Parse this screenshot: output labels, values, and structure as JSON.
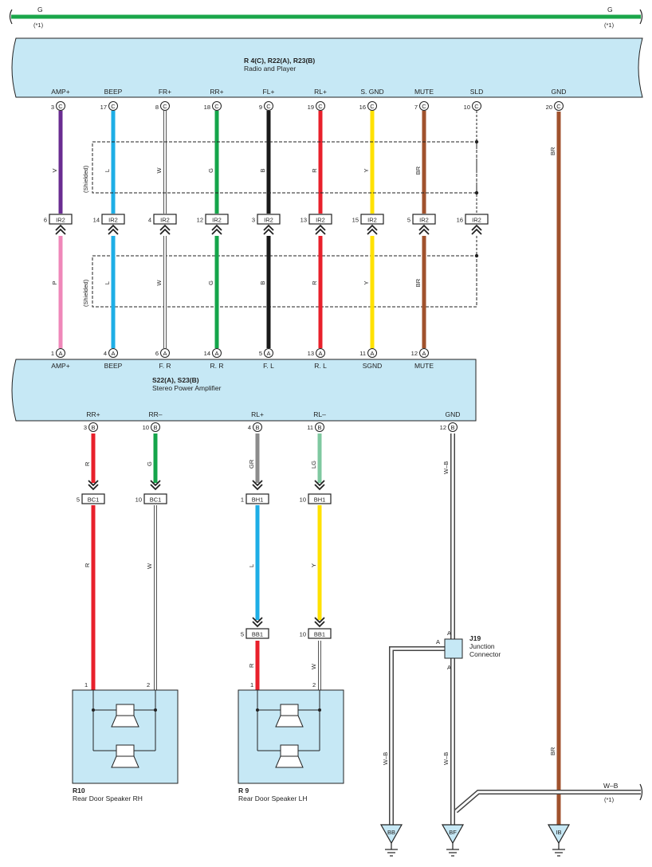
{
  "top_bus": {
    "label_left": "G",
    "label_right": "G",
    "note_left": "(*1)",
    "note_right": "(*1)",
    "color": "#1aa64a"
  },
  "radio": {
    "codes": "R 4(C), R22(A), R23(B)",
    "name": "Radio and Player",
    "connector": "C",
    "pins": [
      {
        "label": "AMP+",
        "num": "3"
      },
      {
        "label": "BEEP",
        "num": "17"
      },
      {
        "label": "FR+",
        "num": "8"
      },
      {
        "label": "RR+",
        "num": "18"
      },
      {
        "label": "FL+",
        "num": "9"
      },
      {
        "label": "RL+",
        "num": "19"
      },
      {
        "label": "S. GND",
        "num": "16"
      },
      {
        "label": "MUTE",
        "num": "7"
      },
      {
        "label": "SLD",
        "num": "10"
      },
      {
        "label": "GND",
        "num": "20"
      }
    ]
  },
  "ir2": {
    "connector": "IR2",
    "pins": [
      "6",
      "14",
      "4",
      "12",
      "3",
      "13",
      "15",
      "5",
      "16"
    ],
    "upper_wire_codes": [
      "V",
      "L",
      "W",
      "G",
      "B",
      "R",
      "Y",
      "BR"
    ],
    "lower_wire_codes": [
      "P",
      "L",
      "W",
      "G",
      "B",
      "R",
      "Y",
      "BR"
    ],
    "shielded_label": "(Shielded)"
  },
  "gnd_wire_code_upper": "BR",
  "gnd_wire_code_lower": "BR",
  "amplifier": {
    "codes": "S22(A), S23(B)",
    "name": "Stereo Power Amplifier",
    "connector_a": "A",
    "connector_b": "B",
    "top_pins": [
      {
        "label": "AMP+",
        "num": "1"
      },
      {
        "label": "BEEP",
        "num": "4"
      },
      {
        "label": "F. R",
        "num": "6"
      },
      {
        "label": "R. R",
        "num": "14"
      },
      {
        "label": "F. L",
        "num": "5"
      },
      {
        "label": "R. L",
        "num": "13"
      },
      {
        "label": "SGND",
        "num": "11"
      },
      {
        "label": "MUTE",
        "num": "12"
      }
    ],
    "bottom_pins": [
      {
        "label": "RR+",
        "num": "3"
      },
      {
        "label": "RR–",
        "num": "10"
      },
      {
        "label": "RL+",
        "num": "4"
      },
      {
        "label": "RL–",
        "num": "11"
      },
      {
        "label": "GND",
        "num": "12"
      }
    ]
  },
  "bc1": {
    "connector": "BC1",
    "pins": [
      "5",
      "10"
    ]
  },
  "bh1": {
    "connector": "BH1",
    "pins": [
      "1",
      "10"
    ]
  },
  "bb1": {
    "connector": "BB1",
    "pins": [
      "5",
      "10"
    ]
  },
  "amp_out_wire_codes": [
    "R",
    "G",
    "GR",
    "LG",
    "W–B"
  ],
  "mid_wire_codes": [
    "R",
    "W",
    "L",
    "Y"
  ],
  "lower_wire_codes": [
    "R",
    "W"
  ],
  "junction": {
    "code": "J19",
    "line1": "Junction",
    "line2": "Connector",
    "pin": "A"
  },
  "speaker_rh": {
    "code": "R10",
    "name": "Rear Door Speaker RH",
    "pin1": "1",
    "pin2": "2"
  },
  "speaker_lh": {
    "code": "R 9",
    "name": "Rear Door Speaker LH",
    "pin1": "1",
    "pin2": "2"
  },
  "bottom_bus": {
    "label": "W–B",
    "note": "(*1)"
  },
  "bottom_wire_codes": {
    "bb": "W–B",
    "bf": "W–B",
    "ib": "BR"
  },
  "grounds": [
    "BB",
    "BF",
    "IB"
  ],
  "colors": {
    "panel": "#c6e8f5",
    "violet": "#6a2c91",
    "pink": "#ef87b9",
    "blue": "#1eaee6",
    "green": "#14a54a",
    "black": "#1a1a1a",
    "red": "#e8202b",
    "yellow": "#ffe100",
    "brown": "#a0522d",
    "gray": "#8c8c8c",
    "lightgreen": "#7fc8a0"
  }
}
